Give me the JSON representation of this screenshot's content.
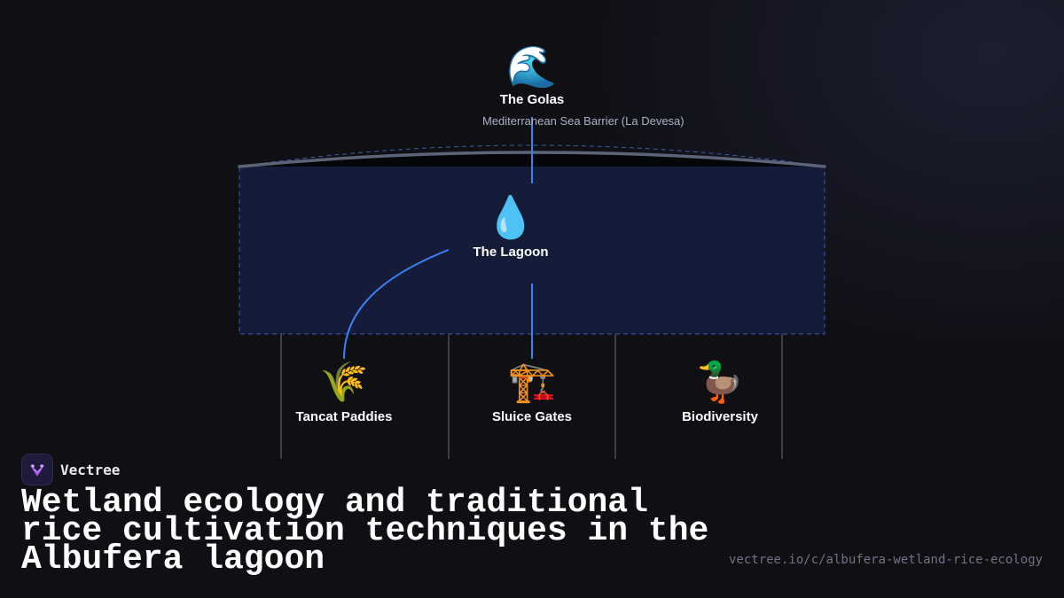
{
  "brand": {
    "name": "Vectree",
    "logo_icon": "vectree-logo-icon"
  },
  "title": "Wetland ecology and traditional rice cultivation techniques in the Albufera lagoon",
  "url": "vectree.io/c/albufera-wetland-rice-ecology",
  "colors": {
    "background": "#0f0f14",
    "lagoon_fill": "#141c3a",
    "connector": "#3b82f6",
    "barrier": "#5c6478",
    "divider": "#3a3f4c"
  },
  "diagram": {
    "top": {
      "icon": "wave-icon",
      "glyph": "🌊",
      "label": "The Golas",
      "sublabel": "Mediterranean Sea Barrier (La Devesa)"
    },
    "center": {
      "icon": "water-drop-icon",
      "glyph": "💧",
      "label": "The Lagoon"
    },
    "bottom": [
      {
        "icon": "rice-sheaf-icon",
        "glyph": "🌾",
        "label": "Tancat Paddies"
      },
      {
        "icon": "construction-crane-icon",
        "glyph": "🏗️",
        "label": "Sluice Gates"
      },
      {
        "icon": "duck-icon",
        "glyph": "🦆",
        "label": "Biodiversity"
      }
    ]
  }
}
